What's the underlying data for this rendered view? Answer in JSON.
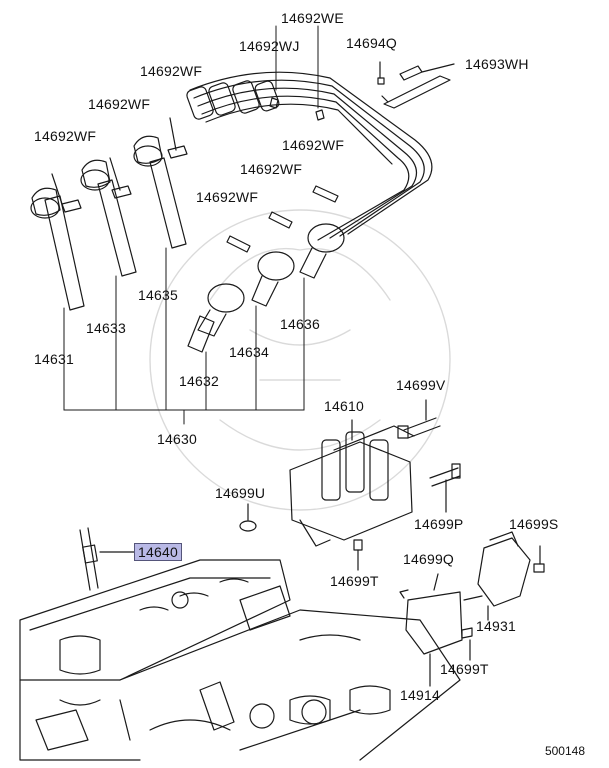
{
  "diagram": {
    "labels": {
      "p14692WE": "14692WE",
      "p14692WJ": "14692WJ",
      "p14694Q": "14694Q",
      "p14693WH": "14693WH",
      "p14692WF_a": "14692WF",
      "p14692WF_b": "14692WF",
      "p14692WF_c": "14692WF",
      "p14692WF_d": "14692WF",
      "p14692WF_e": "14692WF",
      "p14692WF_f": "14692WF",
      "p14635": "14635",
      "p14633": "14633",
      "p14636": "14636",
      "p14634": "14634",
      "p14631": "14631",
      "p14632": "14632",
      "p14630": "14630",
      "p14610": "14610",
      "p14699V": "14699V",
      "p14699U": "14699U",
      "p14699P": "14699P",
      "p14699S": "14699S",
      "p14640": "14640",
      "p14699T_a": "14699T",
      "p14699Q": "14699Q",
      "p14931": "14931",
      "p14699T_b": "14699T",
      "p14914": "14914"
    },
    "diagram_id": "500148",
    "highlight_color": "#b9b9e6"
  }
}
